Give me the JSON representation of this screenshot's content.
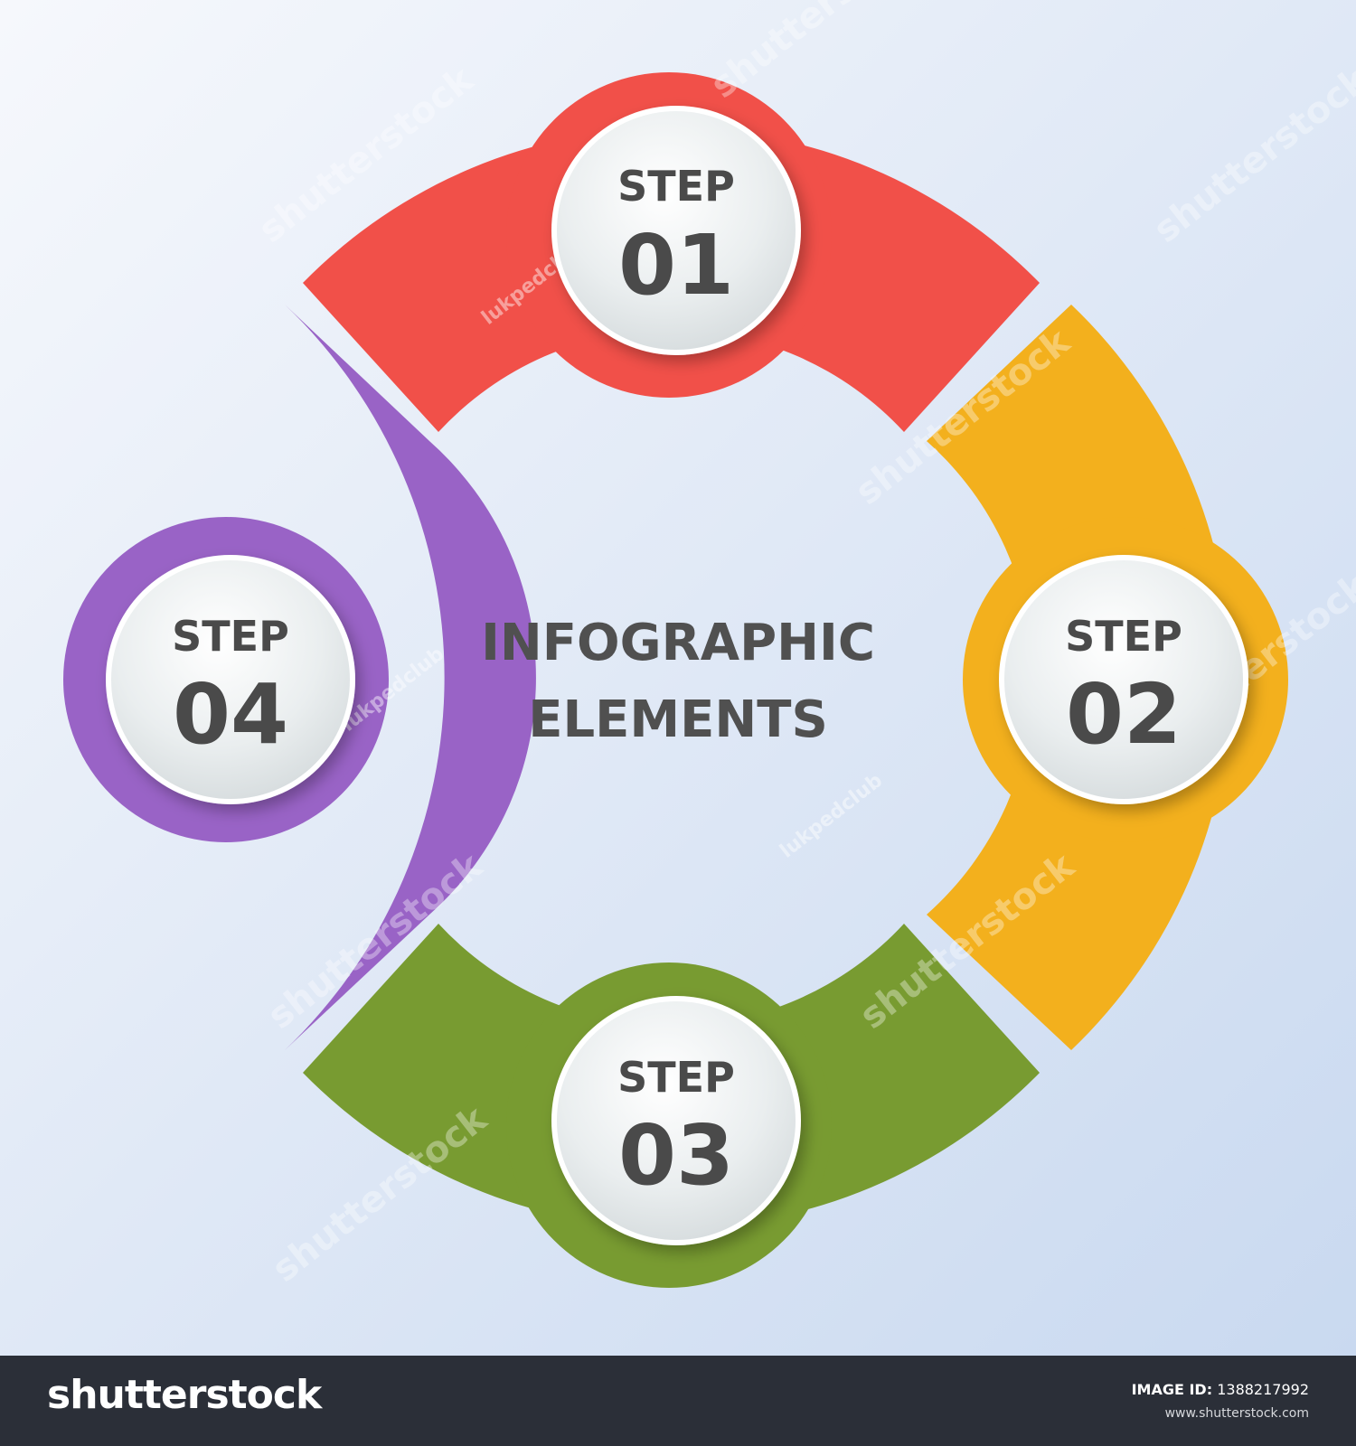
{
  "title": {
    "line1": "INFOGRAPHIC",
    "line2": "ELEMENTS"
  },
  "steps": [
    {
      "label": "STEP",
      "number": "01",
      "color": "#f15049",
      "position": "top"
    },
    {
      "label": "STEP",
      "number": "02",
      "color": "#f3b01d",
      "position": "right"
    },
    {
      "label": "STEP",
      "number": "03",
      "color": "#789b31",
      "position": "bottom"
    },
    {
      "label": "STEP",
      "number": "04",
      "color": "#9963c6",
      "position": "left"
    }
  ],
  "watermarks": {
    "brand": "shutterstock",
    "author": "lukpedclub"
  },
  "footer": {
    "brand": "shutterstock",
    "image_id_label": "IMAGE ID:",
    "image_id": "1388217992",
    "site": "www.shutterstock.com"
  },
  "colors": {
    "background_top": "#f4f6fb",
    "background_bottom": "#cbdaf0",
    "footer": "#2b2f38",
    "text": "#4a4a4a"
  }
}
